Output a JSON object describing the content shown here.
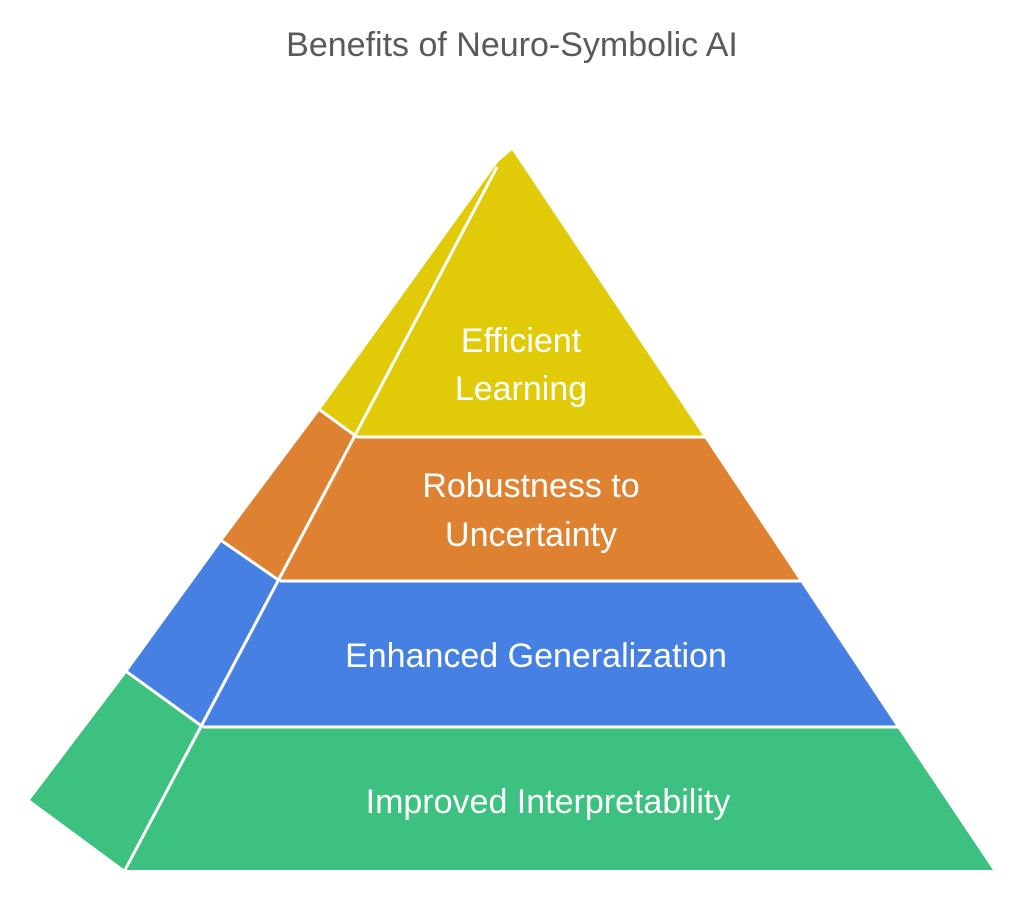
{
  "title": "Benefits of Neuro-Symbolic AI",
  "levels": [
    {
      "lines": [
        "Efficient",
        "Learning"
      ],
      "color": "#E1CB08"
    },
    {
      "lines": [
        "Robustness to",
        "Uncertainty"
      ],
      "color": "#DE8232"
    },
    {
      "lines": [
        "Enhanced Generalization"
      ],
      "color": "#4580E2"
    },
    {
      "lines": [
        "Improved Interpretability"
      ],
      "color": "#3CC180"
    }
  ]
}
